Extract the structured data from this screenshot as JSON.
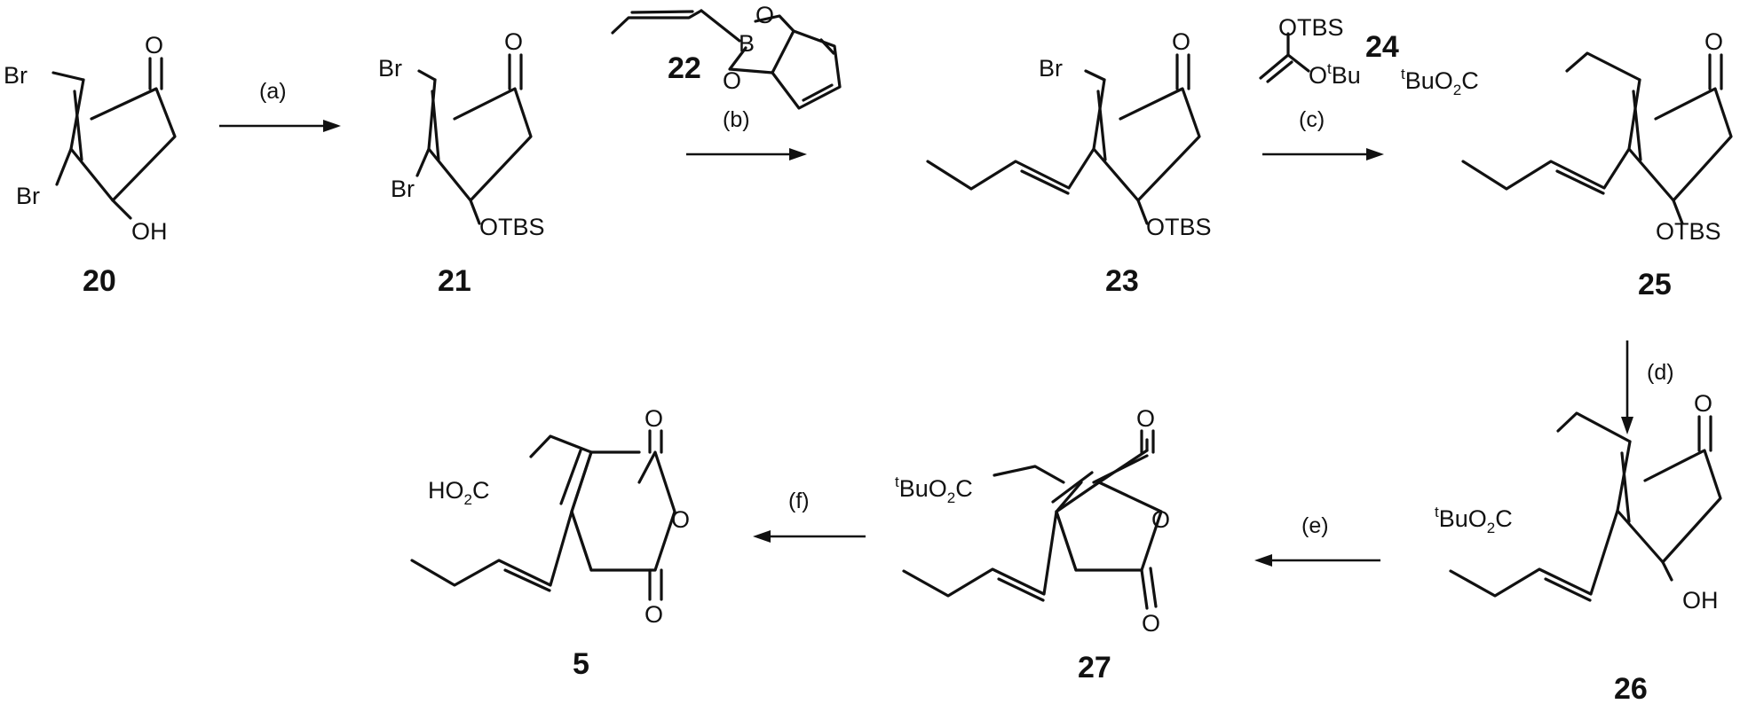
{
  "compounds": [
    {
      "id": "c20",
      "number": "20"
    },
    {
      "id": "c21",
      "number": "21"
    },
    {
      "id": "c22",
      "number": "22"
    },
    {
      "id": "c23",
      "number": "23"
    },
    {
      "id": "c24",
      "number": "24"
    },
    {
      "id": "c25",
      "number": "25"
    },
    {
      "id": "c26",
      "number": "26"
    },
    {
      "id": "c27",
      "number": "27"
    },
    {
      "id": "c5",
      "number": "5"
    }
  ],
  "steps": [
    "(a)",
    "(b)",
    "(c)",
    "(d)",
    "(e)",
    "(f)"
  ],
  "atoms": {
    "O": "O",
    "OH": "OH",
    "Br": "Br",
    "B": "B",
    "OTBS": "OTBS",
    "C": "C",
    "Bu": "Bu",
    "t": "t",
    "BuO": "BuO",
    "two": "2",
    "HO": "HO"
  }
}
